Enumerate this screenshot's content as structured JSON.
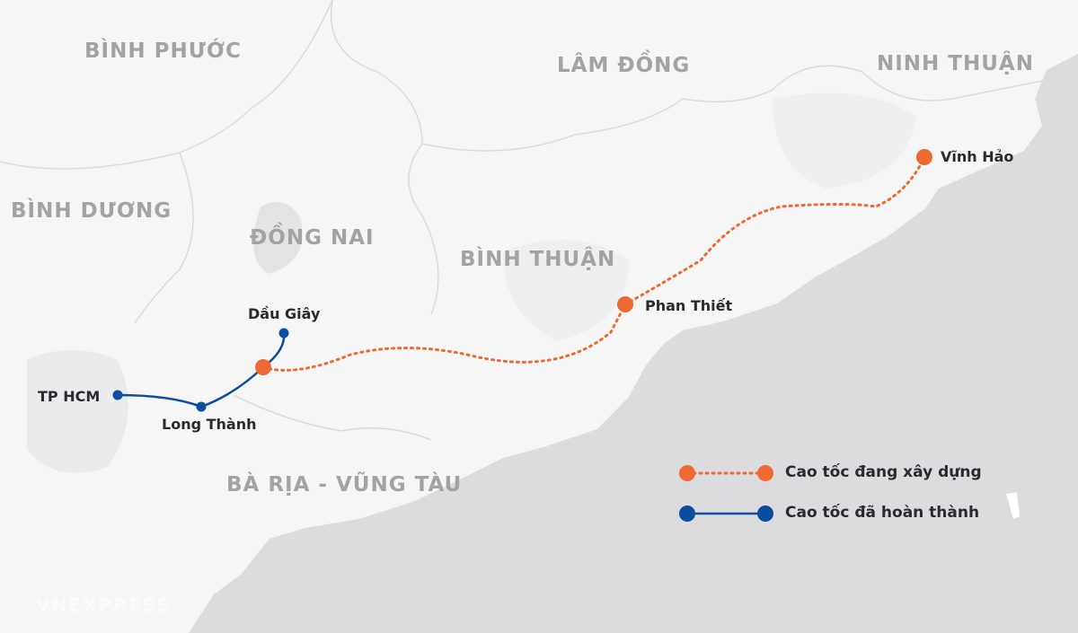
{
  "provinces": [
    "BÌNH PHƯỚC",
    "LÂM ĐỒNG",
    "NINH THUẬN",
    "BÌNH DƯƠNG",
    "ĐỒNG NAI",
    "BÌNH THUẬN",
    "BÀ RỊA - VŨNG TÀU"
  ],
  "cities": [
    "Vĩnh Hảo",
    "Phan Thiết",
    "Dầu Giây",
    "TP HCM",
    "Long Thành"
  ],
  "legend": {
    "under_construction": "Cao tốc đang xây dựng",
    "completed": "Cao tốc đã hoàn thành"
  },
  "watermark": "VNEXPRESS",
  "colors": {
    "under_construction": "#ef6a32",
    "completed": "#0c4da2",
    "sea": "#dcdcde",
    "land": "#f6f6f7",
    "province_label": "#a3a3a6"
  }
}
